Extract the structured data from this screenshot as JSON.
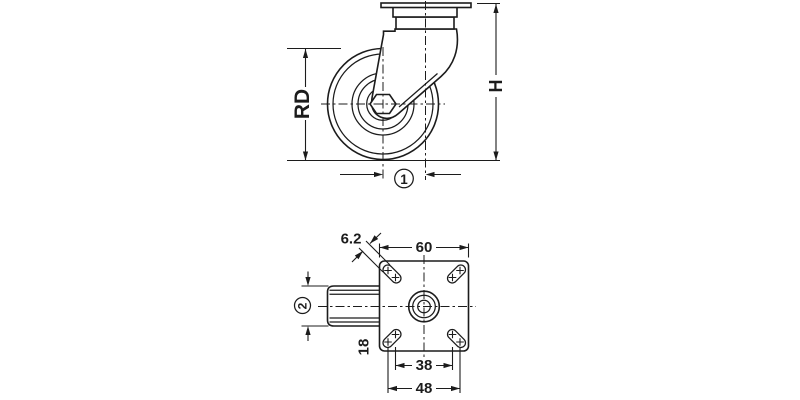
{
  "colors": {
    "line": "#1c1c1c",
    "background": "#ffffff"
  },
  "side_view": {
    "wheel_diameter_label": "RD",
    "height_label": "H",
    "footnote_1": "1"
  },
  "plan_view": {
    "slot_width_label": "6.2",
    "plate_width_label": "60",
    "bolt_spacing_inner_label": "38",
    "bolt_spacing_outer_label": "48",
    "edge_distance_label": "18",
    "footnote_2": "2"
  }
}
